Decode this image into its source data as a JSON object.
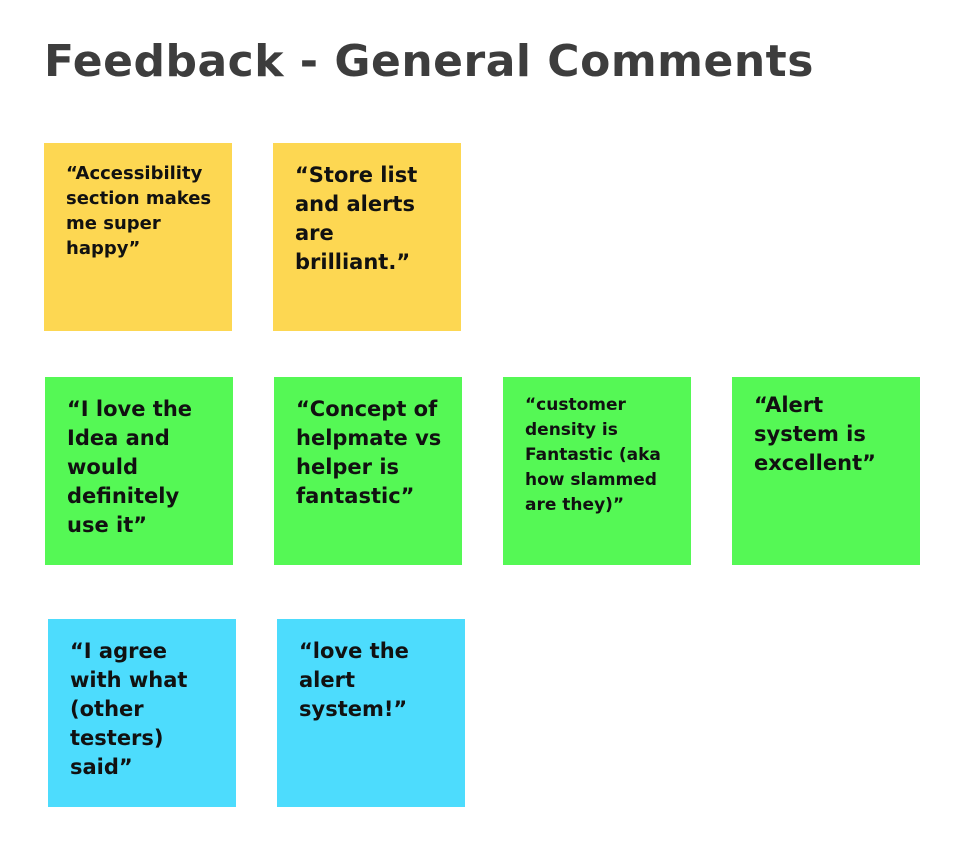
{
  "title": "Feedback - General Comments",
  "colors": {
    "positive_yellow": "#fdd752",
    "positive_green": "#55f855",
    "positive_blue": "#4ddcfd",
    "title_text": "#3d3d3d"
  },
  "notes": [
    {
      "text": "“Accessibility section makes me super happy”",
      "color": "yellow"
    },
    {
      "text": "“Store list and alerts are brilliant.”",
      "color": "yellow"
    },
    {
      "text": "“I love the Idea and would definitely use it”",
      "color": "green"
    },
    {
      "text": "“Concept of helpmate vs helper is fantastic”",
      "color": "green"
    },
    {
      "text": "“customer density is Fantastic (aka how slammed are they)”",
      "color": "green"
    },
    {
      "text": "“Alert system is excellent”",
      "color": "green"
    },
    {
      "text": "“I agree with what (other testers) said”",
      "color": "blue"
    },
    {
      "text": "“love the alert system!”",
      "color": "blue"
    }
  ]
}
